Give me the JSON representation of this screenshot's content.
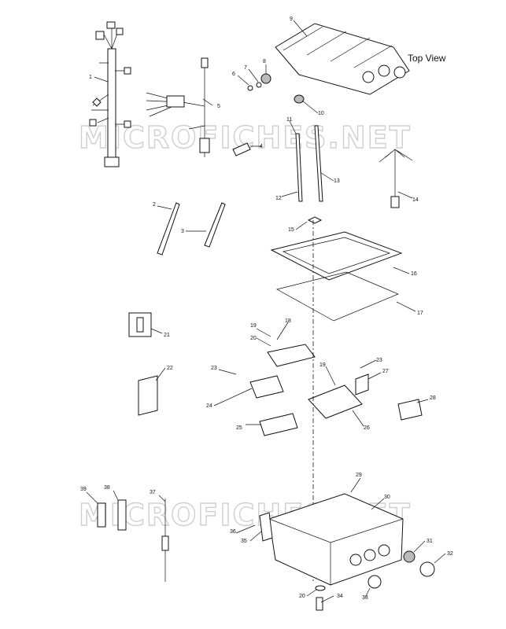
{
  "top_view_label": "Top View",
  "watermark": "MICROFICHES.NET",
  "callouts": [
    "1",
    "2",
    "3",
    "4",
    "5",
    "6",
    "7",
    "8",
    "9",
    "10",
    "11",
    "12",
    "13",
    "14",
    "15",
    "16",
    "17",
    "18",
    "19",
    "19",
    "20",
    "20",
    "21",
    "22",
    "23",
    "23",
    "24",
    "25",
    "26",
    "27",
    "28",
    "29",
    "30",
    "31",
    "32",
    "33",
    "34",
    "35",
    "36",
    "37",
    "38",
    "39"
  ]
}
